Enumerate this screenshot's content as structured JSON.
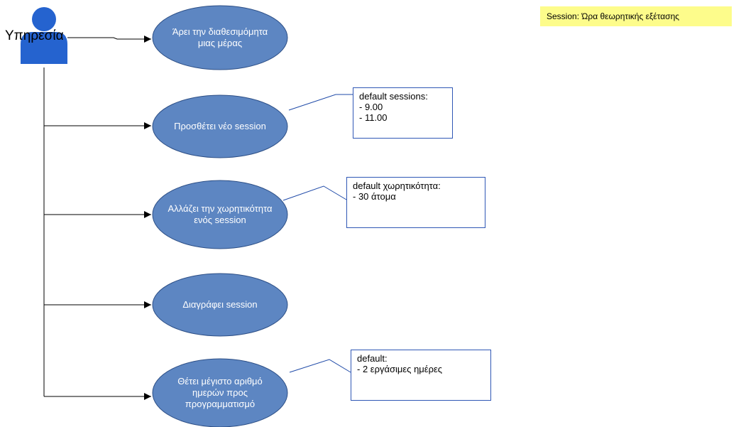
{
  "actor": {
    "label": "Υπηρεσία",
    "color": "#2563cf"
  },
  "legend": {
    "text": "Session: Ώρα θεωρητικής εξέτασης",
    "color": "#fdfc8b"
  },
  "use_cases": [
    {
      "lines": [
        "Άρει την διαθεσιμόμητα",
        "μιας μέρας"
      ]
    },
    {
      "lines": [
        "Προσθέτει νέο session"
      ]
    },
    {
      "lines": [
        "Αλλάζει την χωρητικότητα",
        "ενός session"
      ]
    },
    {
      "lines": [
        "Διαγράφει session"
      ]
    },
    {
      "lines": [
        "Θέτει μέγιστο αριθμό",
        "ημερών προς",
        "προγραμματισμό"
      ]
    }
  ],
  "notes": [
    {
      "lines": [
        "default sessions:",
        "- 9.00",
        "- 11.00"
      ]
    },
    {
      "lines": [
        "default χωρητικότητα:",
        "- 30 άτομα"
      ]
    },
    {
      "lines": [
        "default:",
        "- 2 εργάσιμες ημέρες"
      ]
    }
  ],
  "colors": {
    "usecase_fill": "#5d86c2",
    "usecase_stroke": "#2d4f86",
    "note_border": "#2f57b5"
  }
}
